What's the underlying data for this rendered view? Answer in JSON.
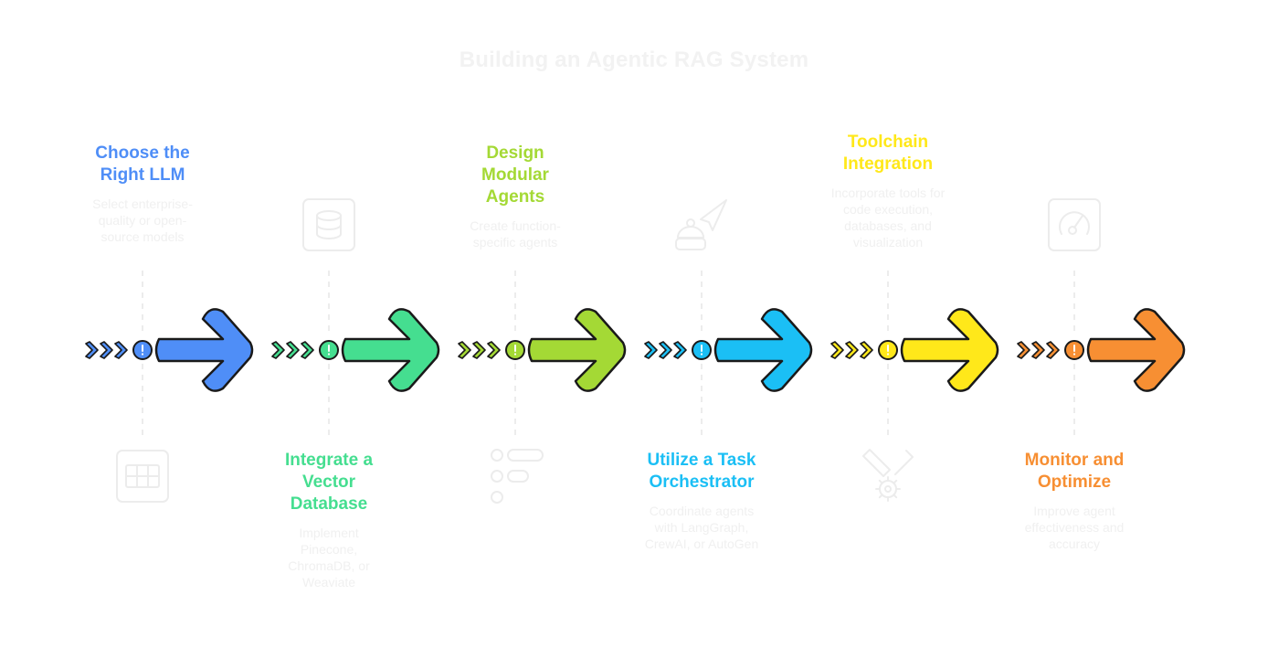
{
  "title": "Building an Agentic RAG System",
  "stages": [
    {
      "title": "Choose the\nRight LLM",
      "description": "Select enterprise-\nquality or open-\nsource models",
      "icon": "table-grid-icon",
      "color": "#4f8ef7",
      "position": "top"
    },
    {
      "title": "Integrate a\nVector\nDatabase",
      "description": "Implement\nPinecone,\nChromaDB, or\nWeaviate",
      "icon": "database-icon",
      "color": "#45de90",
      "position": "bottom"
    },
    {
      "title": "Design\nModular\nAgents",
      "description": "Create function-\nspecific agents",
      "icon": "modules-list-icon",
      "color": "#a4d935",
      "position": "top"
    },
    {
      "title": "Utilize a Task\nOrchestrator",
      "description": "Coordinate agents\nwith LangGraph,\nCrewAI, or AutoGen",
      "icon": "agent-send-icon",
      "color": "#1bbff5",
      "position": "bottom"
    },
    {
      "title": "Toolchain\nIntegration",
      "description": "Incorporate tools for\ncode execution,\ndatabases, and\nvisualization",
      "icon": "tools-gear-icon",
      "color": "#ffe81a",
      "position": "top"
    },
    {
      "title": "Monitor and\nOptimize",
      "description": "Improve agent\neffectiveness and\naccuracy",
      "icon": "gauge-icon",
      "color": "#f78f33",
      "position": "bottom"
    }
  ]
}
